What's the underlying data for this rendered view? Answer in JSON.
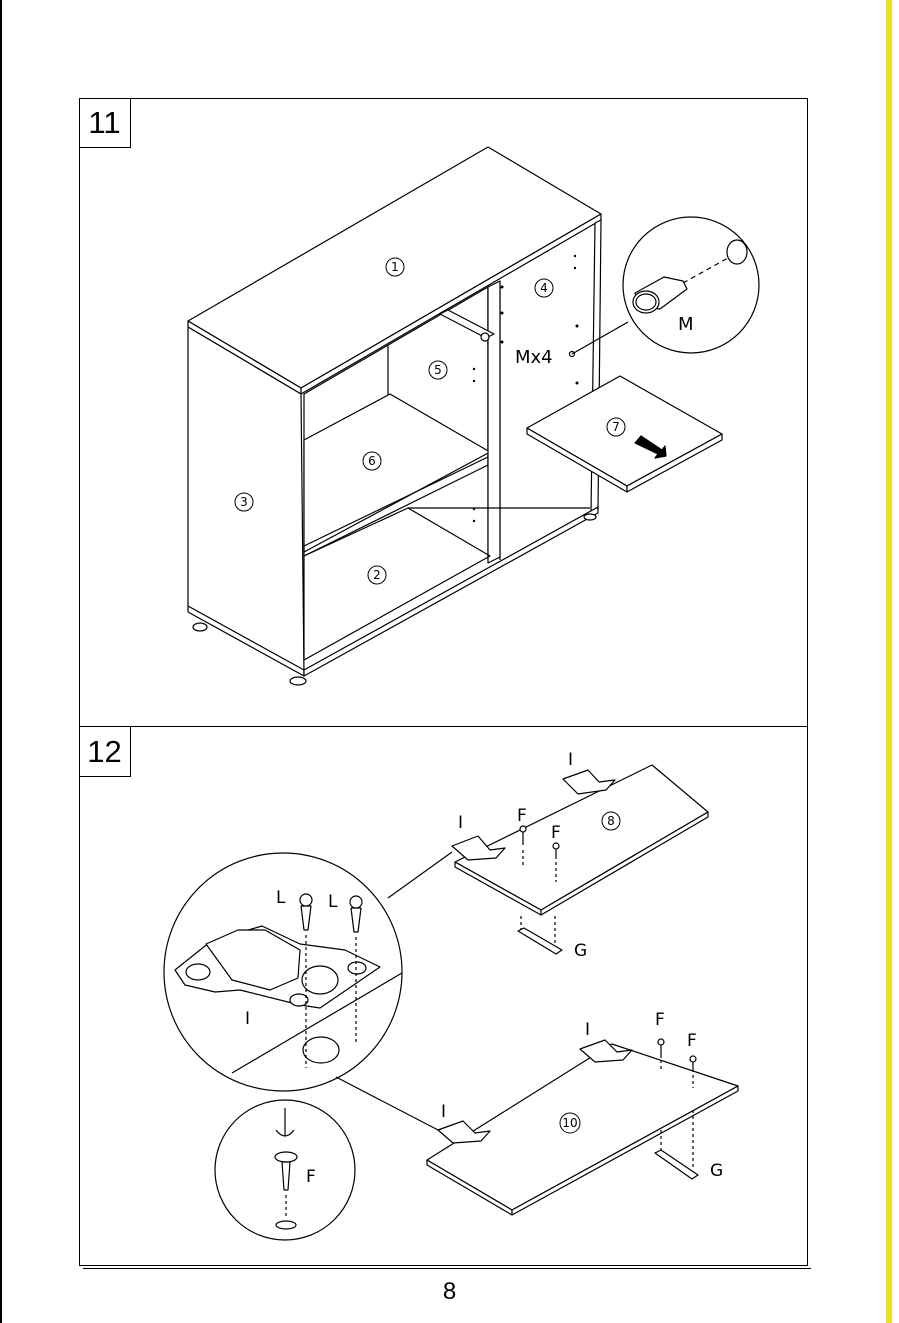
{
  "steps": [
    {
      "number": "11"
    },
    {
      "number": "12"
    }
  ],
  "step11": {
    "parts": [
      "1",
      "2",
      "3",
      "4",
      "5",
      "6",
      "7"
    ],
    "hardware_label": "M",
    "hardware_qty": "Mx4"
  },
  "step12": {
    "parts": [
      "8",
      "10"
    ],
    "hinge_label": "I",
    "screw_f_label": "F",
    "screw_l_label": "L",
    "strip_label": "G"
  },
  "page_number": "8"
}
